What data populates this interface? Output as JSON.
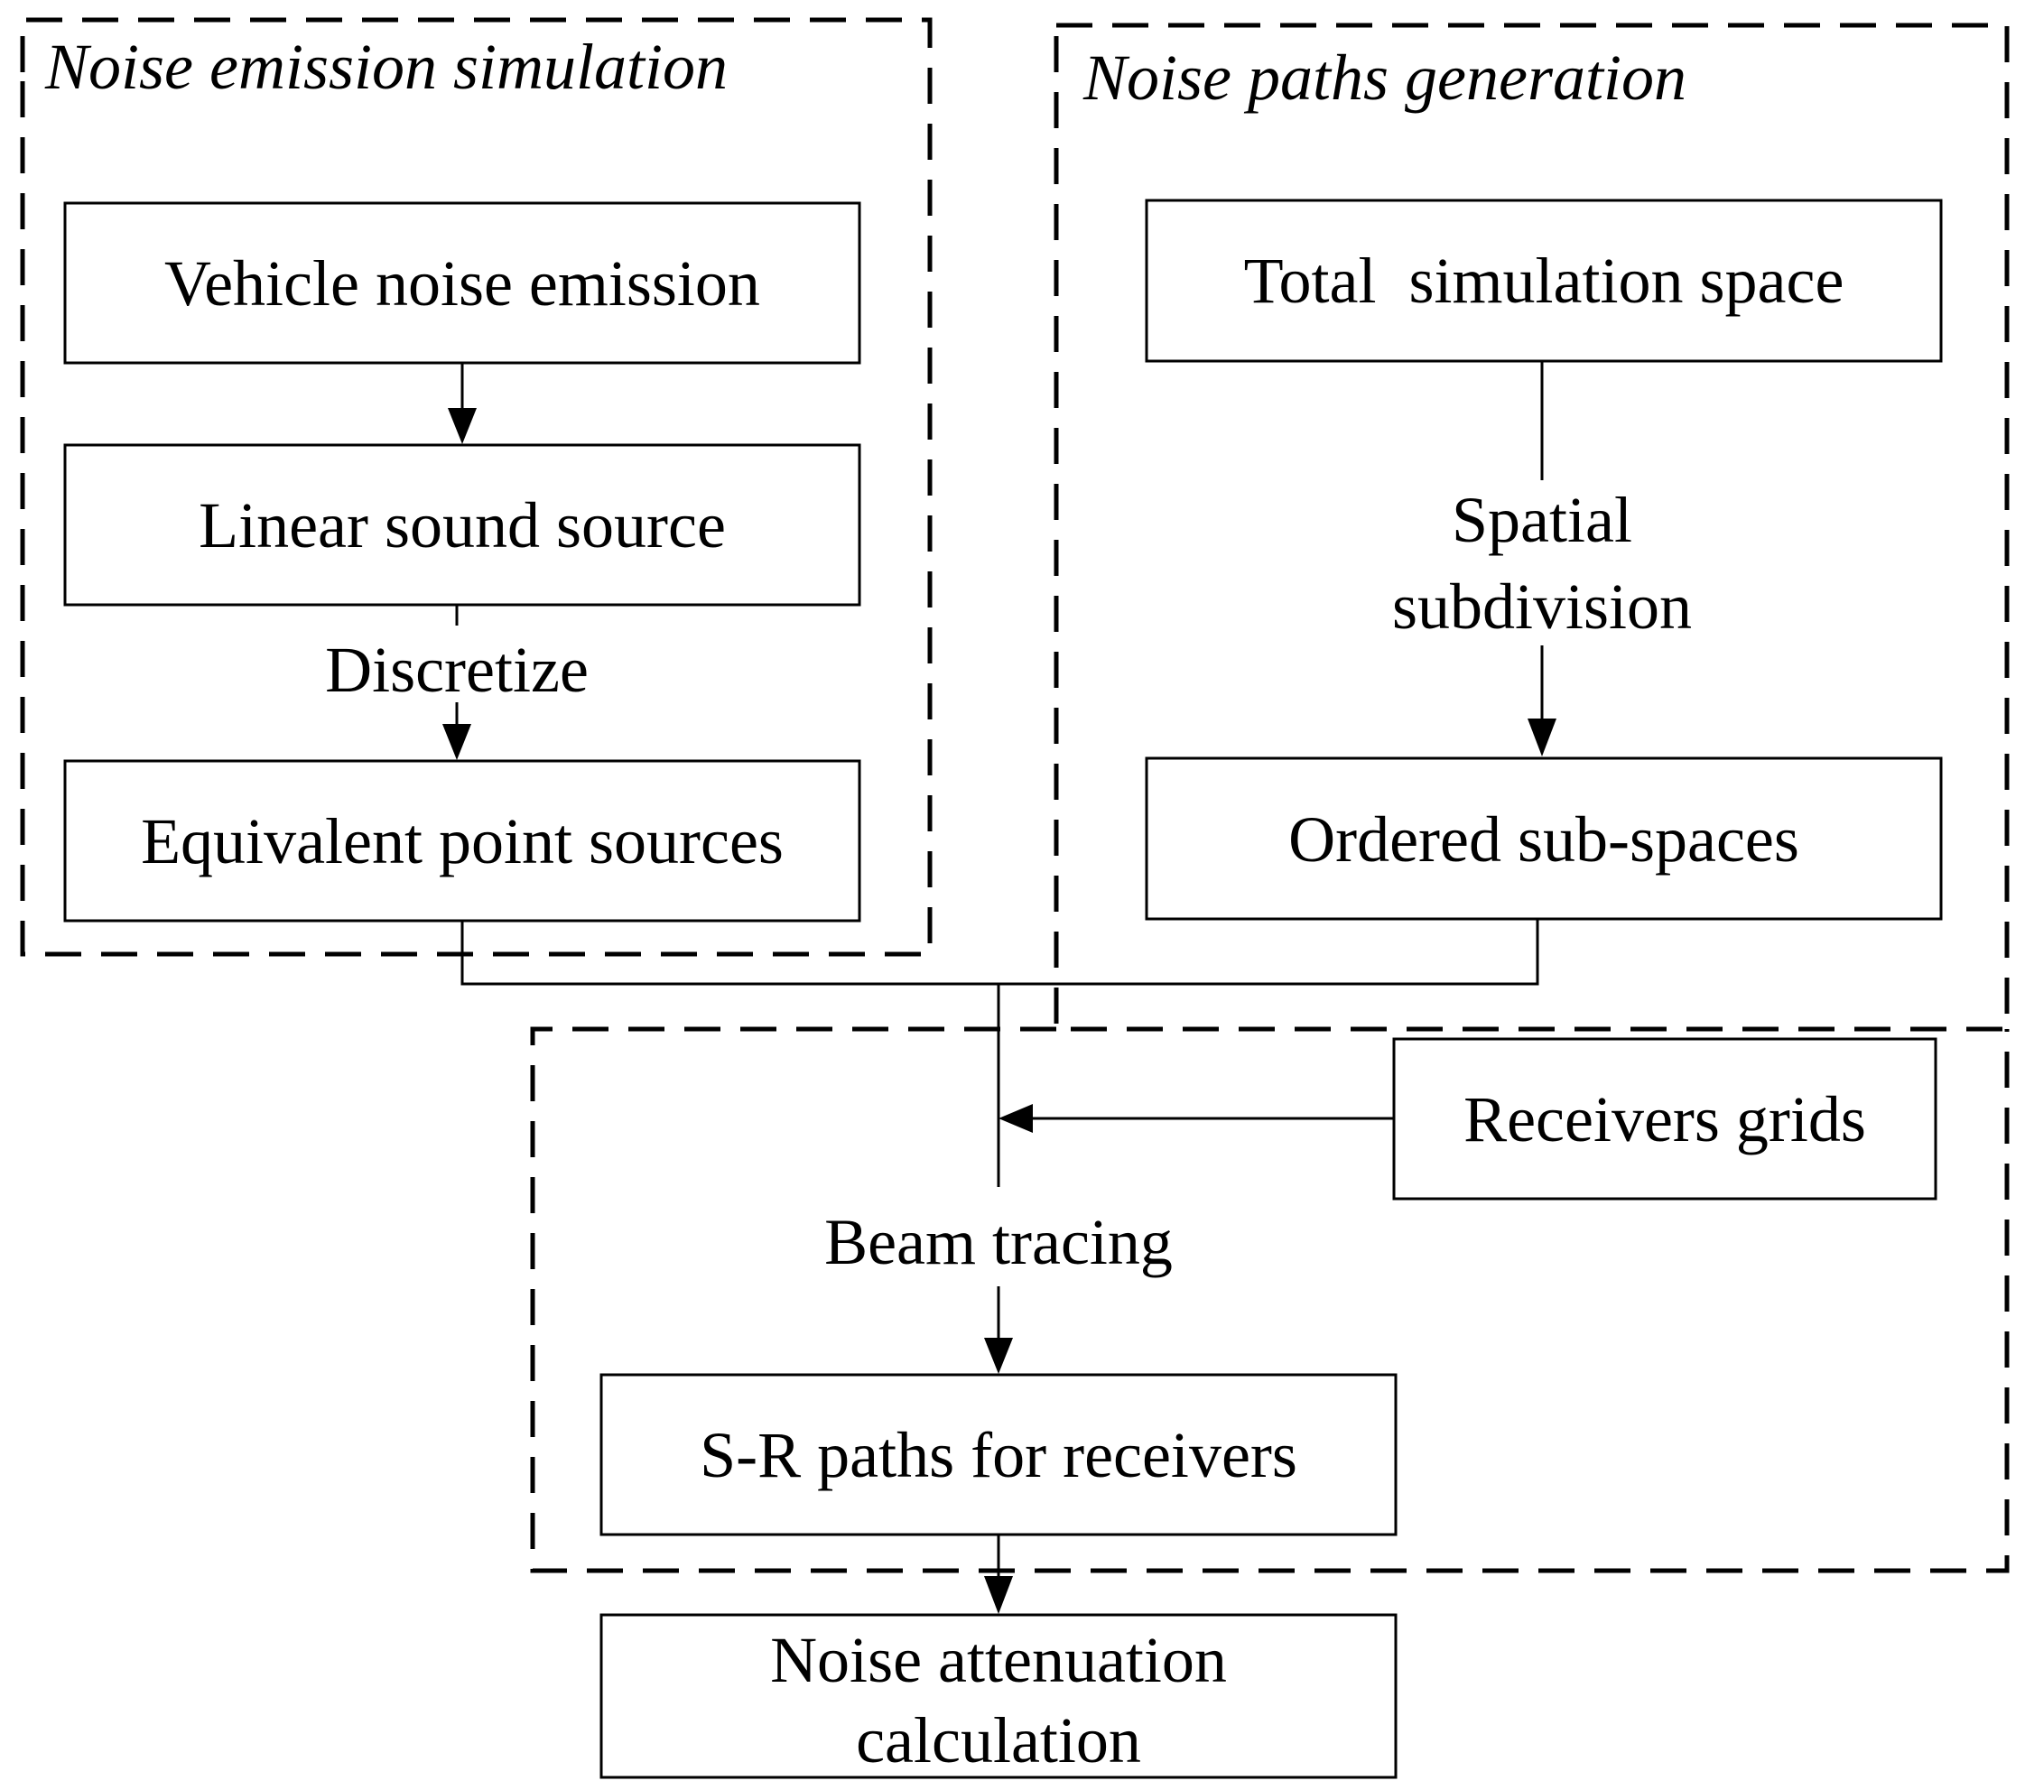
{
  "groups": {
    "emission": {
      "title": "Noise emission simulation"
    },
    "paths": {
      "title": "Noise paths generation"
    }
  },
  "nodes": {
    "vehicle_noise_emission": "Vehicle noise emission",
    "linear_sound_source": "Linear sound source",
    "equivalent_point_sources": "Equivalent point sources",
    "total_simulation_space": "Total  simulation space",
    "ordered_sub_spaces": "Ordered sub-spaces",
    "receivers_grids": "Receivers grids",
    "sr_paths": "S-R paths for receivers",
    "noise_attenuation_line1": "Noise attenuation",
    "noise_attenuation_line2": "calculation"
  },
  "edge_labels": {
    "discretize": "Discretize",
    "spatial_line1": "Spatial",
    "spatial_line2": "subdivision",
    "beam_tracing": "Beam tracing"
  }
}
